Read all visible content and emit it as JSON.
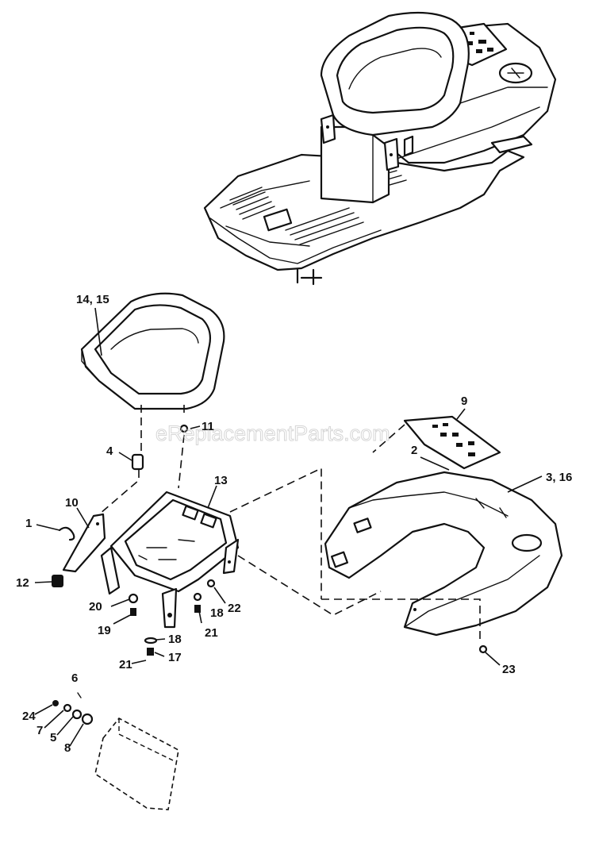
{
  "watermark": "eReplacementParts.com",
  "callouts": {
    "c14_15": "14, 15",
    "c11": "11",
    "c4": "4",
    "c13": "13",
    "c10": "10",
    "c1": "1",
    "c12": "12",
    "c20": "20",
    "c19": "19",
    "c22": "22",
    "c18a": "18",
    "c21a": "21",
    "c18b": "18",
    "c17": "17",
    "c21b": "21",
    "c9": "9",
    "c2": "2",
    "c3_16": "3, 16",
    "c23": "23",
    "c6": "6",
    "c24": "24",
    "c7": "7",
    "c5": "5",
    "c8": "8"
  }
}
